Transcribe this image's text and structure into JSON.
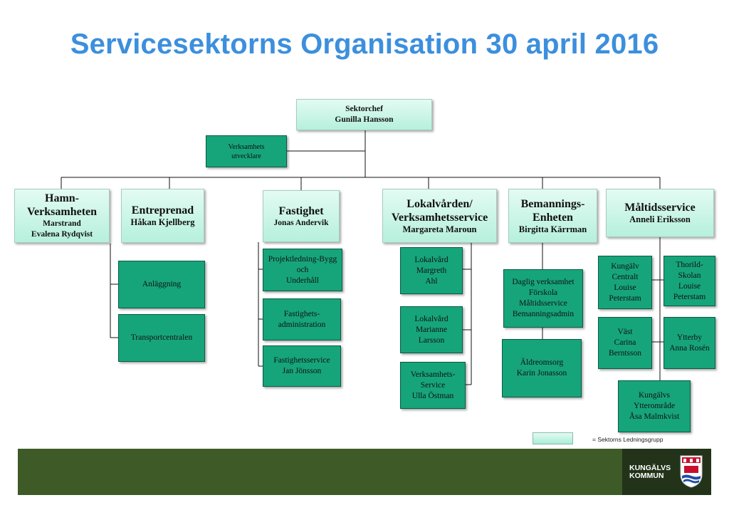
{
  "title": "Servicesektorns Organisation 30 april 2016",
  "chief": {
    "role": "Sektorchef",
    "name": "Gunilla Hansson"
  },
  "staff": {
    "line1": "Verksamhets",
    "line2": "utvecklare"
  },
  "units": {
    "hamn": {
      "l1": "Hamn-",
      "l2": "Verksamheten",
      "l3": "Marstrand",
      "l4": "Evalena Rydqvist"
    },
    "entreprenad": {
      "l1": "Entreprenad",
      "l2": "Håkan Kjellberg"
    },
    "fastighet": {
      "l1": "Fastighet",
      "l2": "Jonas Andervik"
    },
    "lokalvarden": {
      "l1": "Lokalvården/",
      "l2": "Verksamhetsservice",
      "l3": "Margareta Maroun"
    },
    "bemanning": {
      "l1": "Bemannings-",
      "l2": "Enheten",
      "l3": "Birgitta Kärrman"
    },
    "maltid": {
      "l1": "Måltidsservice",
      "l2": "Anneli Eriksson"
    }
  },
  "subunits": {
    "anlaggning": "Anläggning",
    "transport": "Transportcentralen",
    "projekt": {
      "l1": "Projektledning-Bygg",
      "l2": "och",
      "l3": "Underhåll"
    },
    "fastadmin": {
      "l1": "Fastighets-",
      "l2": "administration"
    },
    "fastservice": {
      "l1": "Fastighetsservice",
      "l2": "Jan Jönsson"
    },
    "lokal1": {
      "l1": "Lokalvård",
      "l2": "Margreth",
      "l3": "Ahl"
    },
    "lokal2": {
      "l1": "Lokalvård",
      "l2": "Marianne",
      "l3": "Larsson"
    },
    "verkservice": {
      "l1": "Verksamhets-",
      "l2": "Service",
      "l3": "Ulla Östman"
    },
    "daglig": {
      "l1": "Daglig verksamhet",
      "l2": "Förskola",
      "l3": "Måltidsservice",
      "l4": "Bemanningsadmin"
    },
    "aldreomsorg": {
      "l1": "Äldreomsorg",
      "l2": "Karin Jonasson"
    },
    "kungalv_c": {
      "l1": "Kungälv",
      "l2": "Centralt",
      "l3": "Louise",
      "l4": "Peterstam"
    },
    "thorild": {
      "l1": "Thorild-",
      "l2": "Skolan",
      "l3": "Louise",
      "l4": "Peterstam"
    },
    "vast": {
      "l1": "Väst",
      "l2": "Carina",
      "l3": "Berntsson"
    },
    "ytterby": {
      "l1": "Ytterby",
      "l2": "Anna Rosén"
    },
    "ytteromrade": {
      "l1": "Kungälvs",
      "l2": "Ytterområde",
      "l3": "Åsa Malmkvist"
    }
  },
  "legend": "= Sektorns Ledningsgrupp",
  "logo": {
    "line1": "KUNGÄLVS",
    "line2": "KOMMUN"
  },
  "colors": {
    "title": "#3c8fdd",
    "leader_box": "#c8f5e6",
    "unit_box": "#16a57a",
    "footer": "#3d5a27"
  }
}
